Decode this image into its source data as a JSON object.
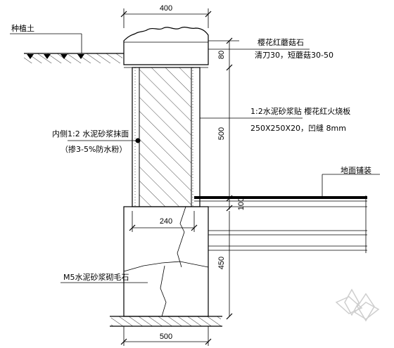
{
  "labels": {
    "soil": "种植土",
    "coping": "樱花红蘑菇石",
    "coping_detail": "清刀30，短蘑菇30-50",
    "cladding": "1:2水泥砂浆贴 樱花红火烧板",
    "cladding_detail": "250X250X20，凹缝 8mm",
    "inner_render": "内侧1:2 水泥砂浆抹面",
    "inner_render_note": "（掺3-5%防水粉）",
    "paving": "地面铺装",
    "foundation": "M5水泥砂浆砌毛石"
  },
  "dimensions": {
    "top_width": "400",
    "coping_height": "80",
    "wall_height": "500",
    "paving_offset": "100",
    "wall_width": "240",
    "foundation_height": "450",
    "foundation_width": "500"
  },
  "colors": {
    "line": "#000000",
    "watermark": "#bdbdbd"
  }
}
